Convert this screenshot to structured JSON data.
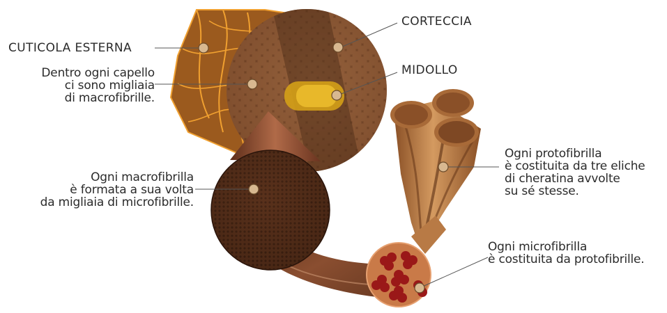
{
  "labels": {
    "cuticola": "CUTICOLA ESTERNA",
    "corteccia": "CORTECCIA",
    "midollo": "MIDOLLO",
    "capello": [
      "Dentro ogni capello",
      "ci sono migliaia",
      "di macrofibrille."
    ],
    "macrofibrilla": [
      "Ogni macrofibrilla",
      "è formata a sua volta",
      "da migliaia di microfibrille."
    ],
    "protofibrilla": [
      "Ogni protofibrilla",
      "è costituita da tre eliche",
      "di cheratina avvolte",
      "su sé stesse."
    ],
    "microfibrilla": [
      "Ogni microfibrilla",
      "è costituita da protofibrille."
    ]
  },
  "colors": {
    "cuticle": "#9b5a1e",
    "cuticle_edge": "#f0a030",
    "cortex": "#7a4a2a",
    "cortex_light": "#9a6440",
    "medulla": "#d4a017",
    "macro": "#5a3220",
    "proto": "#b87a45",
    "micro_red": "#9a1818",
    "leader_line": "#555555"
  }
}
